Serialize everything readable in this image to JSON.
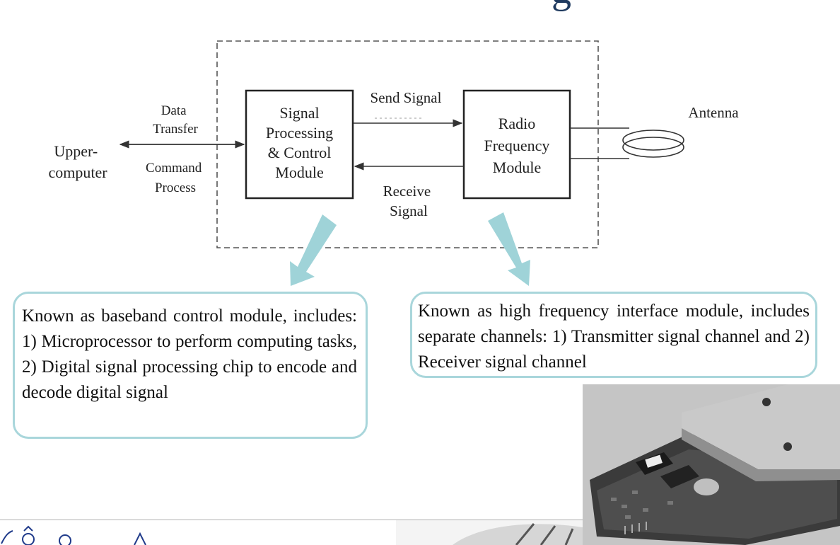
{
  "slide": {
    "title_fragment": "g"
  },
  "diagram": {
    "upper_computer": [
      "Upper-",
      "computer"
    ],
    "data_transfer": [
      "Data",
      "Transfer"
    ],
    "command_process": [
      "Command",
      "Process"
    ],
    "signal_module": [
      "Signal",
      "Processing",
      "& Control",
      "Module"
    ],
    "send_signal": "Send Signal",
    "receive_signal": [
      "Receive",
      "Signal"
    ],
    "rf_module": [
      "Radio",
      "Frequency",
      "Module"
    ],
    "antenna": "Antenna"
  },
  "callouts": {
    "left": "Known as baseband control module, includes: 1) Microprocessor to perform computing tasks, 2) Digital signal processing chip to encode and decode digital signal",
    "right": "Known as high frequency interface module, includes separate channels: 1) Transmitter signal channel and  2) Receiver signal channel"
  },
  "colors": {
    "arrow_fill": "#9fd3d8",
    "callout_border": "#a9d6db",
    "dashed_border": "#555555"
  },
  "icons": {
    "footer_logo": "crown-crest-icon",
    "photo": "rfid-reader-board-photo"
  }
}
